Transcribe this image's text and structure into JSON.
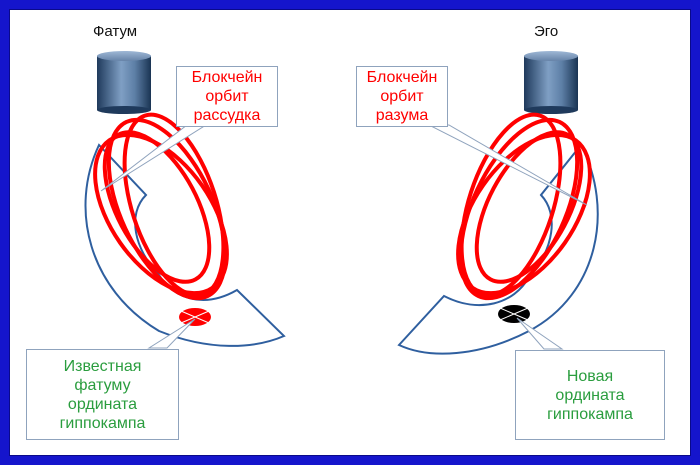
{
  "colors": {
    "frame": "#1515cc",
    "orbit": "#ff0000",
    "outline": "#2f5f9f",
    "label_red": "#ff0000",
    "label_green": "#2a9d3e"
  },
  "left": {
    "title": "Фатум",
    "orbit_label": [
      "Блокчейн",
      "орбит",
      "рассудка"
    ],
    "coordinate_label": [
      "Известная",
      "фатуму",
      "ордината",
      "гиппокампа"
    ]
  },
  "right": {
    "title": "Эго",
    "orbit_label": [
      "Блокчейн",
      "орбит",
      "разума"
    ],
    "coordinate_label": [
      "Новая",
      "ордината",
      "гиппокампа"
    ]
  }
}
